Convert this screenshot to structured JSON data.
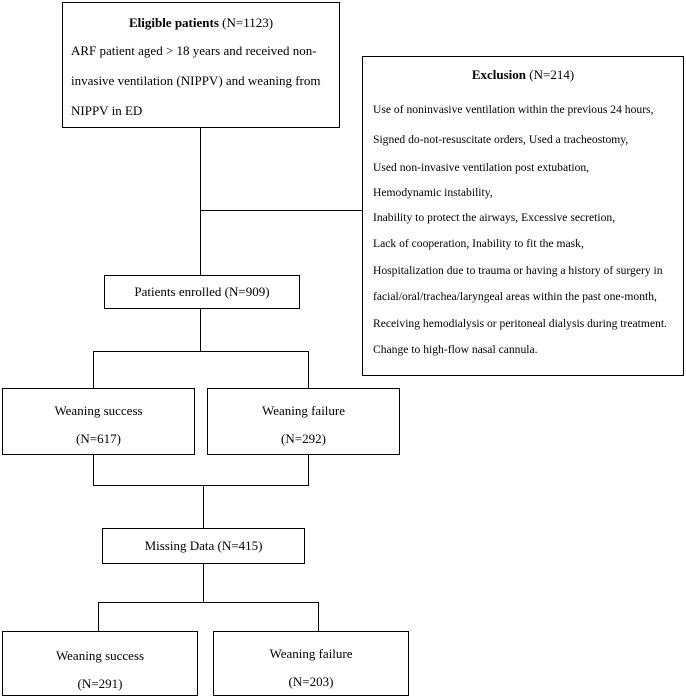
{
  "eligible": {
    "title": "Eligible patients",
    "count": "(N=1123)",
    "lines": [
      "ARF patient aged > 18 years and received non-",
      "invasive ventilation (NIPPV) and weaning from",
      "NIPPV in ED"
    ]
  },
  "exclusion": {
    "title": "Exclusion",
    "count": "(N=214)",
    "lines": [
      "Use of noninvasive ventilation within the previous 24 hours,",
      "Signed do-not-resuscitate orders, Used a tracheostomy,",
      "Used non-invasive ventilation post extubation,",
      "Hemodynamic instability,",
      "Inability to protect the airways, Excessive secretion,",
      "Lack of cooperation, Inability to fit the mask,",
      "Hospitalization due to trauma or having a history of surgery in",
      "facial/oral/trachea/laryngeal areas within the past one-month,",
      "Receiving hemodialysis or peritoneal dialysis during treatment.",
      "Change to high-flow nasal cannula."
    ]
  },
  "enrolled": {
    "label": "Patients enrolled (N=909)"
  },
  "first_split": {
    "success": {
      "label": "Weaning success",
      "count": "(N=617)"
    },
    "failure": {
      "label": "Weaning failure",
      "count": "(N=292)"
    }
  },
  "missing": {
    "label": "Missing Data (N=415)"
  },
  "second_split": {
    "success": {
      "label": "Weaning success",
      "count": "(N=291)"
    },
    "failure": {
      "label": "Weaning failure",
      "count": "(N=203)"
    }
  }
}
